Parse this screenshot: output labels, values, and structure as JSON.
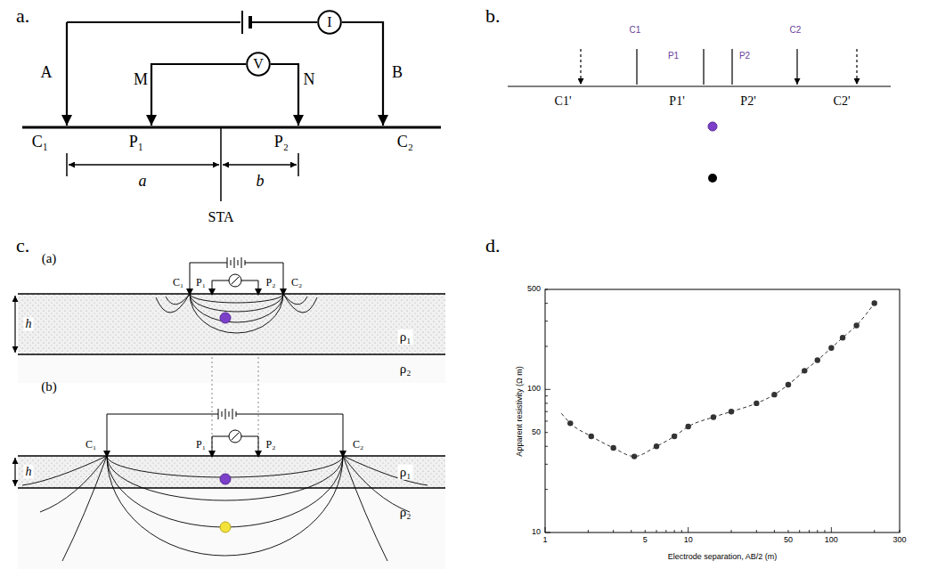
{
  "diagram": {
    "nodes": [
      {
        "text": [
          "I"
        ]
      },
      {
        "text": [
          "V"
        ]
      }
    ],
    "labels": [
      "a.",
      "A",
      "M",
      "N",
      "B",
      "C₁",
      "P₁",
      "P₂",
      "C₂",
      "a",
      "b",
      "STA",
      "b.",
      "C1",
      "P1",
      "P2",
      "C2",
      "C1'",
      "P1'",
      "P2'",
      "C2'",
      "c.",
      "(a)",
      "C₁",
      "P₁",
      "P₂",
      "C₂",
      "h",
      "ρ₁",
      "ρ₂",
      "(b)",
      "C₁",
      "P₁",
      "P₂",
      "C₂",
      "h",
      "ρ₁",
      "ρ₂",
      "d.",
      "500",
      "100",
      "50",
      "10",
      "1",
      "5",
      "10",
      "50",
      "100",
      "300",
      "Apparent resistivity (Ω m)",
      "Electrode separation, AB/2 (m)"
    ]
  }
}
